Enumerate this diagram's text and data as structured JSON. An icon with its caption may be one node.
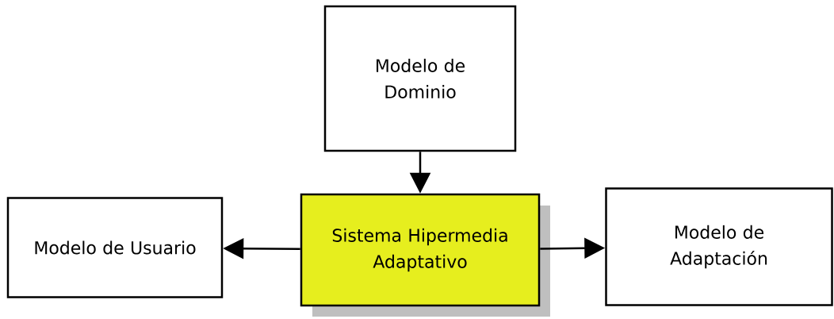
{
  "diagram": {
    "nodes": [
      {
        "text": [
          "Modelo de Dominio"
        ]
      },
      {
        "text": [
          "Sistema Hipermedia Adaptativo"
        ]
      },
      {
        "text": [
          "Modelo de Usuario"
        ]
      },
      {
        "text": [
          "Modelo de Adaptación"
        ]
      }
    ],
    "edges": [
      {
        "from": 0,
        "to": 1,
        "arrow": "to"
      },
      {
        "from": 1,
        "to": 2,
        "arrow": "to"
      },
      {
        "from": 1,
        "to": 3,
        "arrow": "to"
      }
    ]
  }
}
